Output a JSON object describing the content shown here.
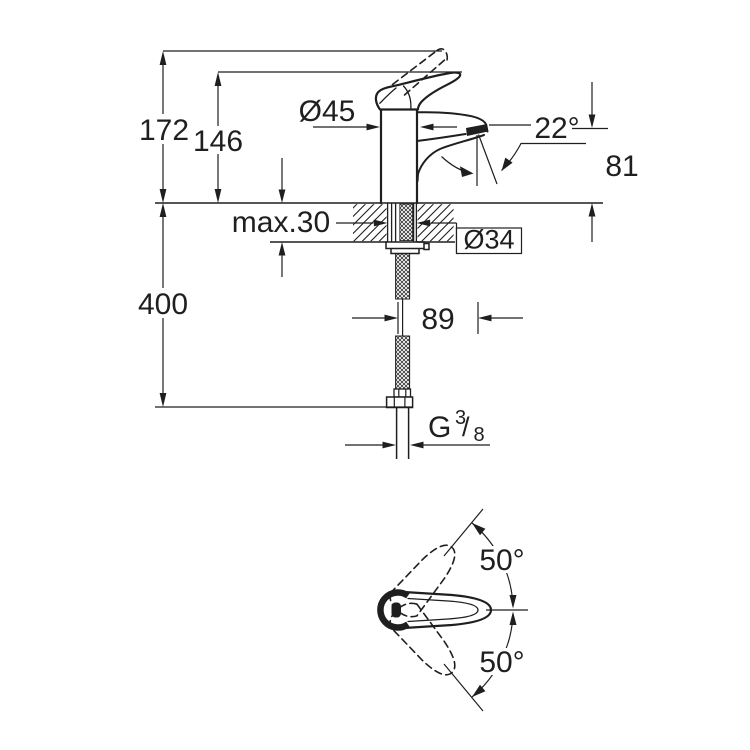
{
  "drawing": {
    "colors": {
      "line": "#1f1f1f",
      "background": "#ffffff"
    },
    "side_view": {
      "labels": {
        "height_lever_raised": "172",
        "height_overall": "146",
        "body_diameter": "Ø45",
        "spout_angle": "22°",
        "outlet_height": "81",
        "max_deck_thickness": "max.30",
        "hole_diameter": "Ø34",
        "hose_length": "400",
        "spout_projection": "89",
        "thread_g": "G",
        "thread_numerator": "3",
        "thread_slash": "/",
        "thread_denominator": "8"
      }
    },
    "top_view": {
      "labels": {
        "swivel_upper": "50°",
        "swivel_lower": "50°"
      }
    }
  }
}
